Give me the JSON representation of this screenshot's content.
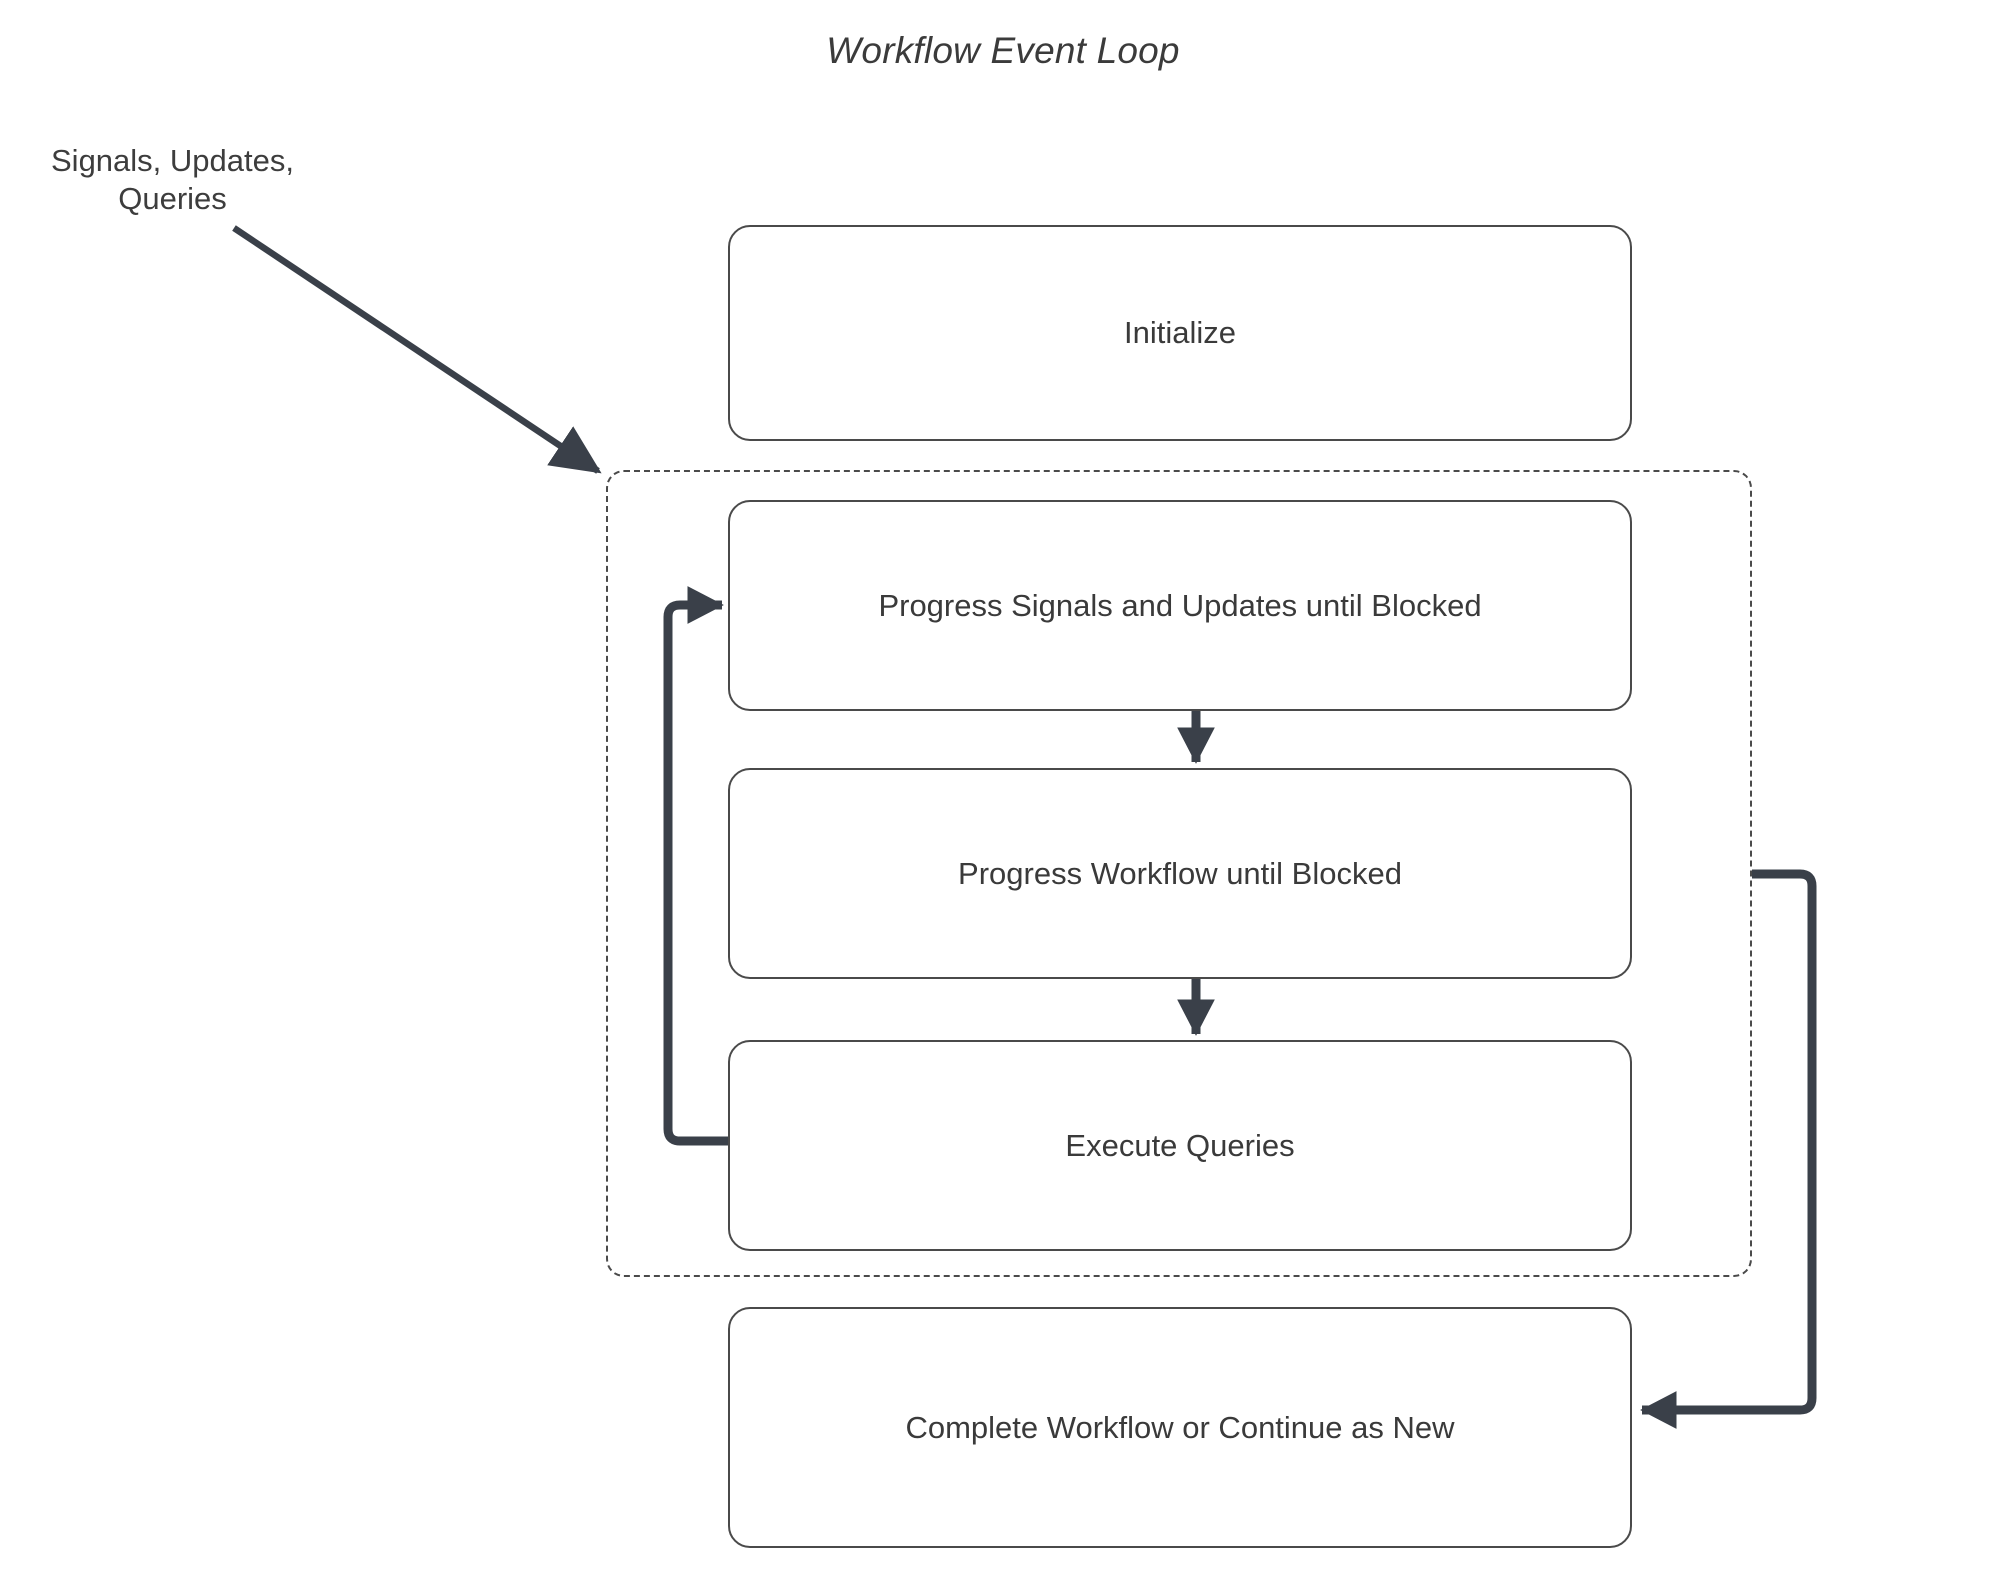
{
  "diagram": {
    "title": "Workflow Event Loop",
    "theme": {
      "background": "#ffffff",
      "node_border": "#4a4a4a",
      "node_fill": "#ffffff",
      "text": "#3a3a3a",
      "arrow": "#3a4049",
      "dashed_border": "#4a4a4a"
    },
    "external_label": {
      "line1": "Signals, Updates,",
      "line2": "Queries"
    },
    "nodes": [
      {
        "id": "initialize",
        "label": "Initialize"
      },
      {
        "id": "progress-signals",
        "label": "Progress Signals and Updates until Blocked"
      },
      {
        "id": "progress-workflow",
        "label": "Progress Workflow until Blocked"
      },
      {
        "id": "execute-queries",
        "label": "Execute Queries"
      },
      {
        "id": "complete-workflow",
        "label": "Complete Workflow or Continue as New"
      }
    ],
    "loop_region": {
      "style": "dashed",
      "contains": [
        "progress-signals",
        "progress-workflow",
        "execute-queries"
      ]
    },
    "edges": [
      {
        "from": "external-input",
        "to": "loop-region",
        "style": "solid-arrow"
      },
      {
        "from": "progress-signals",
        "to": "progress-workflow",
        "style": "solid-arrow"
      },
      {
        "from": "progress-workflow",
        "to": "execute-queries",
        "style": "solid-arrow"
      },
      {
        "from": "execute-queries",
        "to": "progress-signals",
        "style": "loop-back-arrow"
      },
      {
        "from": "loop-region",
        "to": "complete-workflow",
        "style": "exit-arrow"
      }
    ]
  }
}
